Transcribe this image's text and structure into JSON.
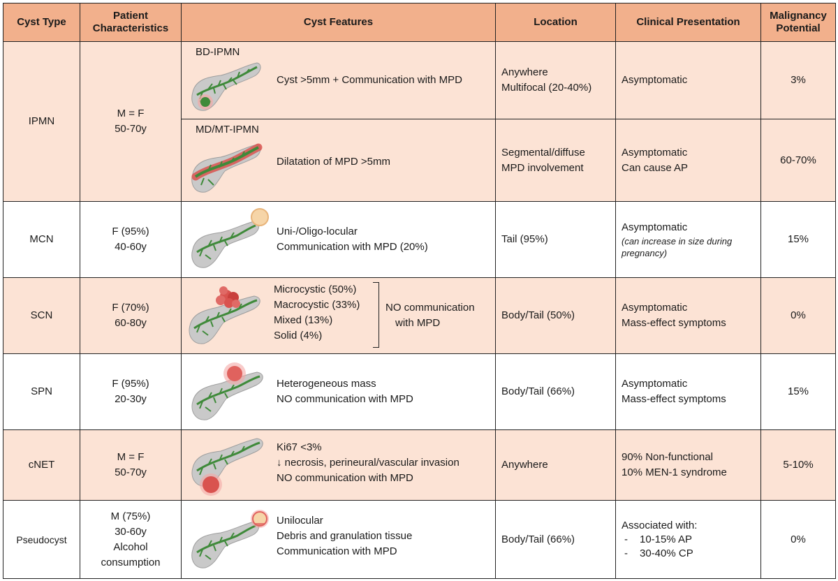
{
  "headers": {
    "cyst_type": "Cyst Type",
    "patient": "Patient Characteristics",
    "features": "Cyst Features",
    "location": "Location",
    "clinical": "Clinical Presentation",
    "malignancy": "Malignancy Potential"
  },
  "ipmn": {
    "type": "IPMN",
    "patient": [
      "M = F",
      "50-70y"
    ],
    "bd": {
      "subtitle": "BD-IPMN",
      "features": [
        "Cyst >5mm + Communication with MPD"
      ],
      "location": [
        "Anywhere",
        "Multifocal (20-40%)"
      ],
      "clinical": [
        "Asymptomatic"
      ],
      "malignancy": "3%"
    },
    "md": {
      "subtitle": "MD/MT-IPMN",
      "features": [
        "Dilatation of MPD >5mm"
      ],
      "location": [
        "Segmental/diffuse",
        "MPD involvement"
      ],
      "clinical": [
        "Asymptomatic",
        "Can cause AP"
      ],
      "malignancy": "60-70%"
    }
  },
  "mcn": {
    "type": "MCN",
    "patient": [
      "F (95%)",
      "40-60y"
    ],
    "features": [
      "Uni-/Oligo-locular",
      "Communication with MPD (20%)"
    ],
    "location": [
      "Tail (95%)"
    ],
    "clinical": [
      "Asymptomatic"
    ],
    "clinical_note": "(can increase in size during pregnancy)",
    "malignancy": "15%"
  },
  "scn": {
    "type": "SCN",
    "patient": [
      "F (70%)",
      "60-80y"
    ],
    "features": [
      "Microcystic (50%)",
      "Macrocystic (33%)",
      "Mixed (13%)",
      "Solid (4%)"
    ],
    "bracket_note": [
      "NO communication",
      "with MPD"
    ],
    "location": [
      "Body/Tail (50%)"
    ],
    "clinical": [
      "Asymptomatic",
      "Mass-effect symptoms"
    ],
    "malignancy": "0%"
  },
  "spn": {
    "type": "SPN",
    "patient": [
      "F (95%)",
      "20-30y"
    ],
    "features": [
      "Heterogeneous mass",
      "NO communication with MPD"
    ],
    "location": [
      "Body/Tail (66%)"
    ],
    "clinical": [
      "Asymptomatic",
      "Mass-effect symptoms"
    ],
    "malignancy": "15%"
  },
  "cnet": {
    "type": "cNET",
    "patient": [
      "M = F",
      "50-70y"
    ],
    "features": [
      "Ki67 <3%",
      "↓ necrosis, perineural/vascular invasion",
      "NO communication with MPD"
    ],
    "location": [
      "Anywhere"
    ],
    "clinical": [
      "90% Non-functional",
      "10% MEN-1 syndrome"
    ],
    "malignancy": "5-10%"
  },
  "pseudo": {
    "type": "Pseudocyst",
    "patient": [
      "M (75%)",
      "30-60y",
      "Alcohol",
      "consumption"
    ],
    "features": [
      "Unilocular",
      "Debris and granulation tissue",
      "Communication with MPD"
    ],
    "location": [
      "Body/Tail (66%)"
    ],
    "clinical_header": "Associated with:",
    "clinical_items": [
      {
        "dash": "-",
        "text": "10-15% AP"
      },
      {
        "dash": "-",
        "text": "30-40% CP"
      }
    ],
    "malignancy": "0%"
  },
  "colors": {
    "header": "#f2b08c",
    "row_pink": "#fce3d5",
    "pancreas": "#c9c9c9",
    "duct": "#3f8a3a",
    "lesion_red": "#d9534f",
    "mcn_cyst": "#f6d5a8"
  },
  "icons": {
    "pancreas": "pancreas-illustration"
  }
}
